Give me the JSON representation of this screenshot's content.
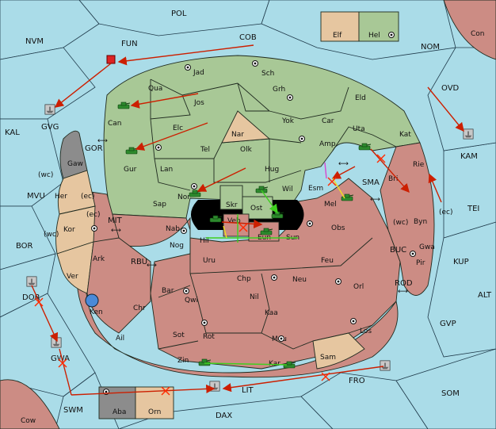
{
  "regions": {
    "POL": "POL",
    "NVM": "NVM",
    "FUN": "FUN",
    "COB": "COB",
    "NOM": "NOM",
    "Con": "Con",
    "OVD": "OVD",
    "KAL": "KAL",
    "GVG": "GVG",
    "GOR": "GOR",
    "KAM": "KAM",
    "SMA": "SMA",
    "TEI": "TEI",
    "MVU": "MVU",
    "MIT": "MIT",
    "BOR": "BOR",
    "RBU": "RBU",
    "BUC": "BUC",
    "KUP": "KUP",
    "ROD": "ROD",
    "ALT": "ALT",
    "DOR": "DOR",
    "GVP": "GVP",
    "GWA": "GWA",
    "FRO": "FRO",
    "LIT": "LIT",
    "SOM": "SOM",
    "SWM": "SWM",
    "DAX": "DAX",
    "Cow": "Cow",
    "Elf": "Elf",
    "Hel": "Hel",
    "Jad": "Jad",
    "Sch": "Sch",
    "Qua": "Qua",
    "Jos": "Jos",
    "Grh": "Grh",
    "Eld": "Eld",
    "Can": "Can",
    "Yok": "Yok",
    "Car": "Car",
    "Elc": "Elc",
    "Nar": "Nar",
    "Uta": "Uta",
    "Kat": "Kat",
    "Tel": "Tel",
    "Olk": "Olk",
    "Amp": "Amp",
    "Gur": "Gur",
    "Rie": "Rie",
    "Gaw": "Gaw",
    "Lan": "Lan",
    "Hug": "Hug",
    "Bri": "Bri",
    "Esm": "Esm",
    "Nor": "Nor",
    "Wil": "Wil",
    "Her": "Her",
    "Sap": "Sap",
    "Skr": "Skr",
    "Ost": "Ost",
    "Mel": "Mel",
    "Byn": "Byn",
    "Kor": "Kor",
    "Veb": "Veb",
    "Nab": "Nab",
    "Hil": "Hil",
    "Eun": "Eun",
    "Sun": "Sun",
    "Obs": "Obs",
    "Gwa": "Gwa",
    "Nog": "Nog",
    "Ark": "Ark",
    "Uru": "Uru",
    "Feu": "Feu",
    "Pir": "Pir",
    "Ver": "Ver",
    "Chp": "Chp",
    "Neu": "Neu",
    "Bar": "Bar",
    "Qwi": "Qwi",
    "Orl": "Orl",
    "Nil": "Nil",
    "Ken": "Ken",
    "Chr": "Chr",
    "Kaa": "Kaa",
    "Los": "Los",
    "Sot": "Sot",
    "Rot": "Rot",
    "Ail": "Ail",
    "Mou": "Mou",
    "Sam": "Sam",
    "Zin": "Zin",
    "Kar": "Kar",
    "Aba": "Aba",
    "Orn": "Orn"
  },
  "coast_tags": {
    "wc": "(wc)",
    "ec": "(ec)"
  },
  "links": {
    "symbol": "⟷"
  },
  "colors": {
    "sea": "#aadce8",
    "green_power": "#a8c896",
    "red_power": "#cc8c84",
    "neutral": "#e6c6a0",
    "order_move": "#cc1f00",
    "order_support": "#3fcf1f"
  }
}
